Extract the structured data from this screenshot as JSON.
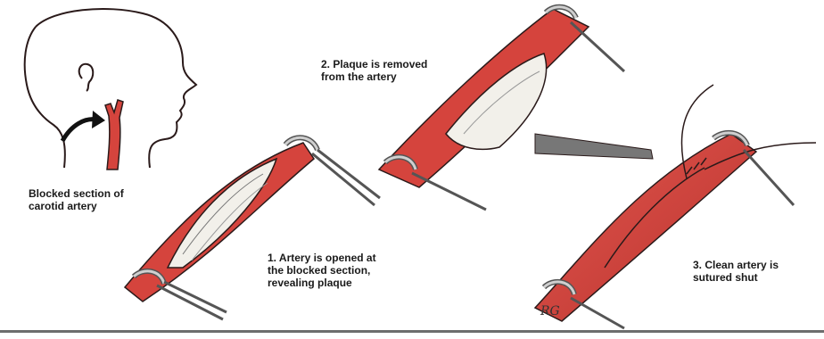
{
  "captions": {
    "blocked": "Blocked section of\ncarotid artery",
    "step1": "1. Artery is opened at\nthe blocked section,\nrevealing plaque",
    "step2": "2. Plaque is removed\nfrom the artery",
    "step3": "3. Clean artery is\nsutured shut"
  },
  "signature": "RG",
  "colors": {
    "artery": "#d5443d",
    "artery_dark": "#a82c28",
    "outline": "#2a1a1a",
    "clamp": "#c9c9c9",
    "plaque": "#f2f0ea"
  }
}
